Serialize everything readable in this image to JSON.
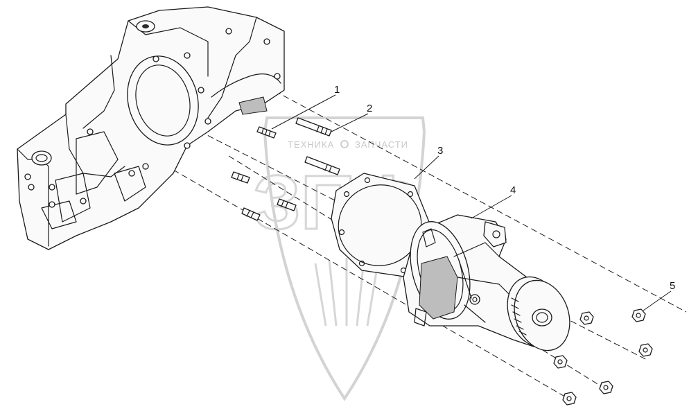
{
  "watermark": {
    "left_text": "ТЕХНИКА",
    "right_text": "ЗАПЧАСТИ",
    "logo_text": "ЗПФ"
  },
  "callouts": [
    {
      "id": "1",
      "label": "1"
    },
    {
      "id": "2",
      "label": "2"
    },
    {
      "id": "3",
      "label": "3"
    },
    {
      "id": "4",
      "label": "4"
    },
    {
      "id": "5",
      "label": "5"
    }
  ]
}
